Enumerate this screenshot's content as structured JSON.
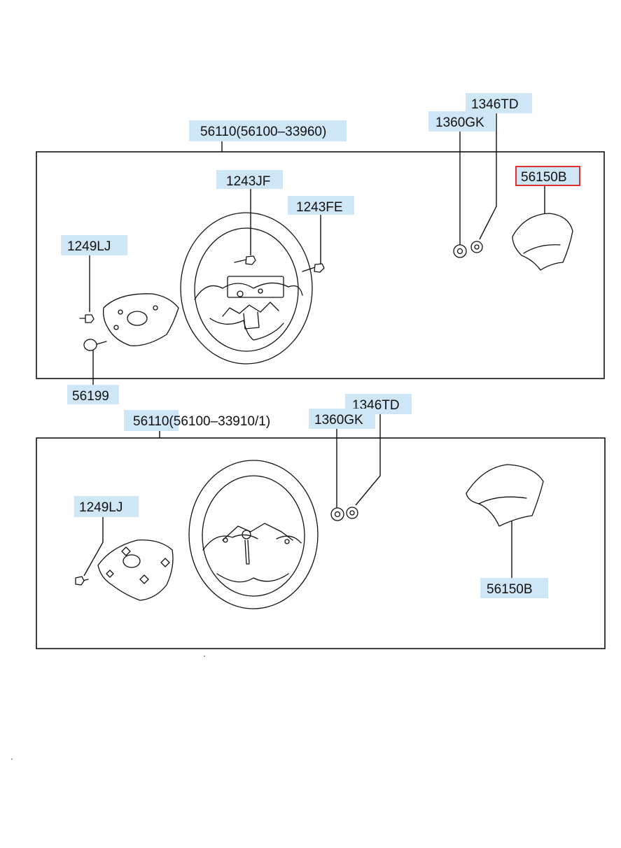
{
  "assembly_upper": {
    "assembly_label": "56110(56100–33960)",
    "bolt_left_label": "1249LJ",
    "bolt_center_label": "1243JF",
    "bolt_right_label": "1243FE",
    "screw_label": "56199",
    "nut_label": "1360GK",
    "washer_label": "1346TD",
    "pad_label": "56150B",
    "pad_selected": true
  },
  "assembly_lower": {
    "assembly_label": "56110(56100–33910/1)",
    "bolt_left_label": "1249LJ",
    "nut_label": "1360GK",
    "washer_label": "1346TD",
    "pad_label": "56150B"
  },
  "colors": {
    "label_bg": "#cfe6f7",
    "selected_outline": "#e0312f",
    "line": "#111111"
  }
}
